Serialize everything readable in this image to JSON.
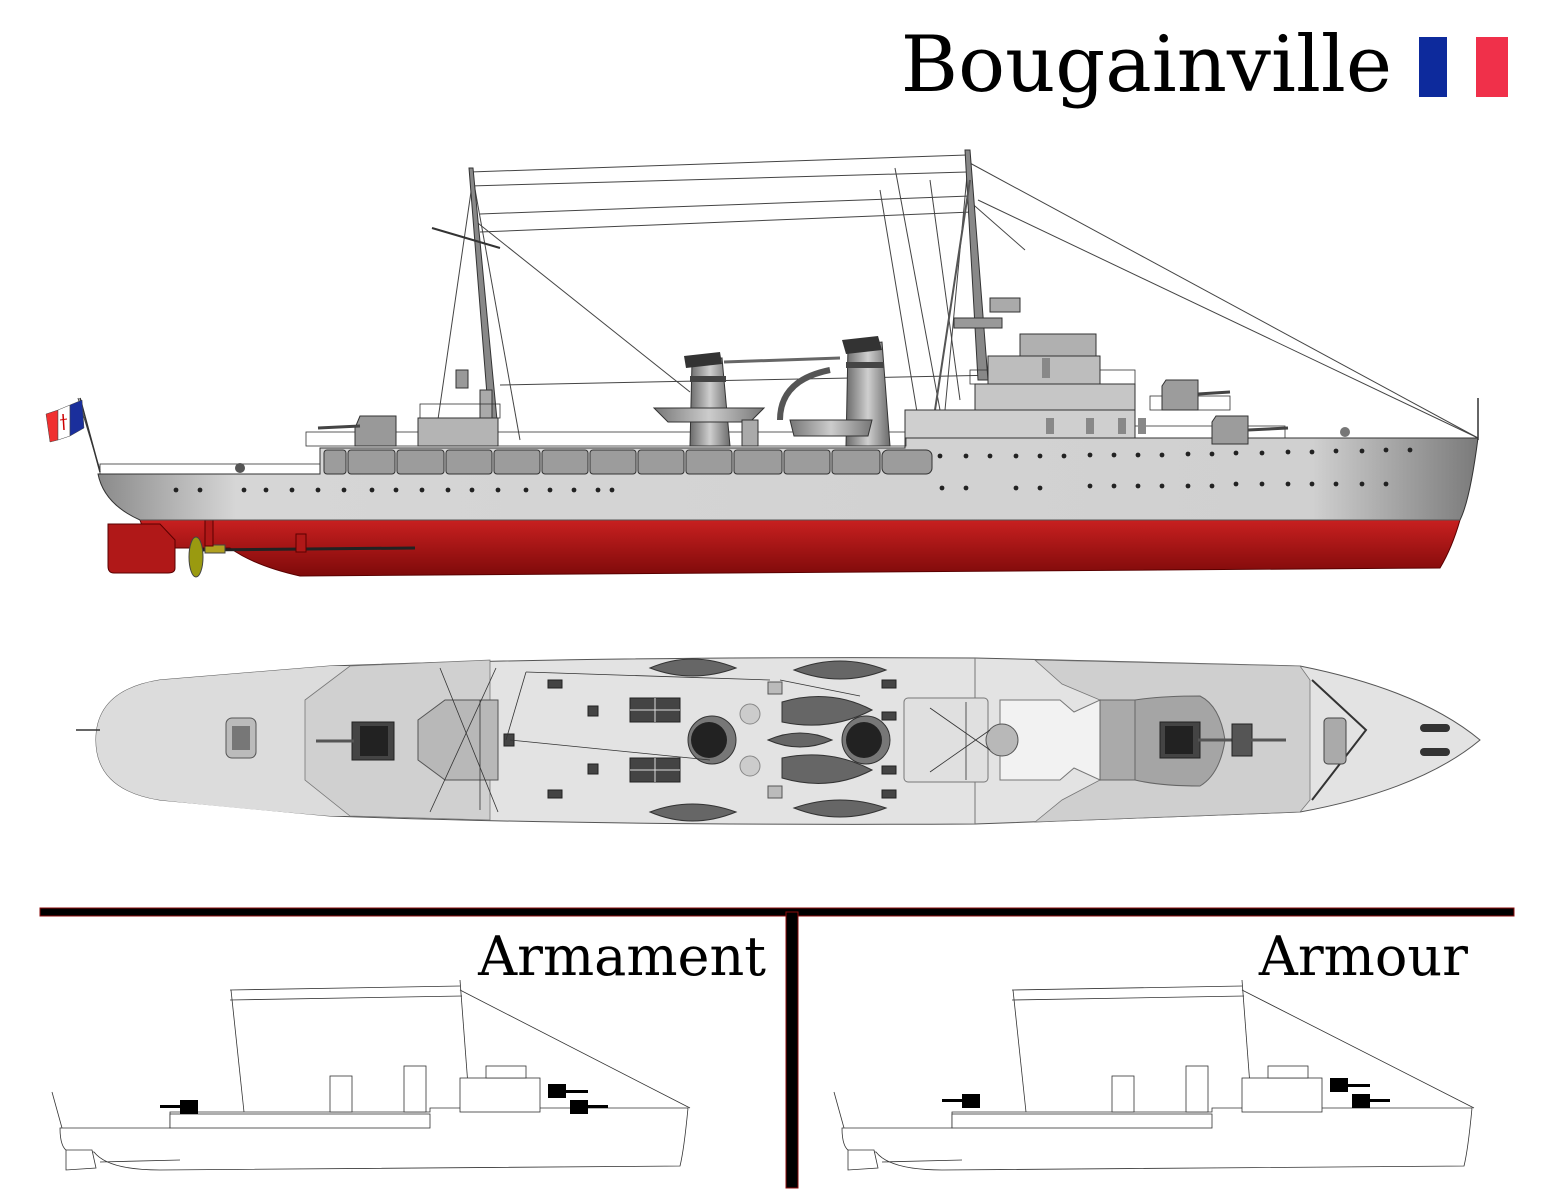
{
  "title": "Bougainville",
  "colors": {
    "hull_grey": "#c9c9c9",
    "hull_red": "#b01818",
    "flag_blue": "#0d2a9c",
    "flag_red": "#f0304a",
    "divider_red": "#8b0d0d",
    "deck_light": "#e3e3e3",
    "deck_mid": "#cfcfcf",
    "deck_dark": "#9a9a9a"
  },
  "panels": {
    "left_label": "Armament",
    "right_label": "Armour"
  }
}
